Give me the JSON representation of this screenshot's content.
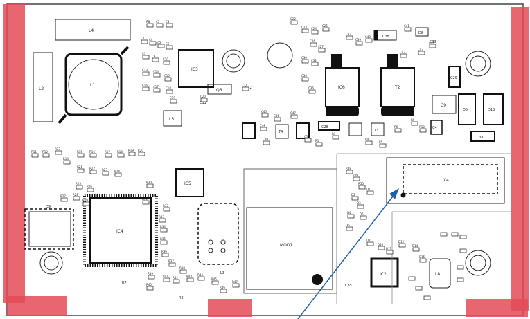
{
  "colors": {
    "board": "#ffffff",
    "keepout": "#e34b57",
    "silkscreen": "#222222",
    "annotation_arrow": "#1f5faa"
  },
  "labels": {
    "L4": "L4",
    "L2": "L2",
    "L1": "L1",
    "IC3": "IC3",
    "IC6": "IC6",
    "T2": "T2",
    "L5": "L5",
    "Q3": "Q3",
    "C11": "C11",
    "C12": "C12",
    "C38": "C38",
    "IC4": "IC4",
    "IC5": "IC5",
    "L3": "L3",
    "MOD1": "MOD1",
    "X4": "X4",
    "D9": "D9",
    "IC2": "IC2",
    "L8": "L8",
    "C31": "C31",
    "C29": "C29",
    "D8": "D8",
    "C33": "C33",
    "R2": "R2",
    "R7": "R7",
    "C35": "C35",
    "C4": "C4",
    "Q5": "Q5",
    "D13": "D13",
    "C9": "C9",
    "C28": "C28",
    "T1": "T1",
    "T3": "T3",
    "T4": "T4"
  },
  "small_labels": [
    "R8",
    "C1",
    "C3",
    "C2",
    "C4",
    "C5",
    "C6",
    "C7",
    "C8",
    "C10",
    "C13",
    "C14",
    "C15",
    "C16",
    "C17",
    "C18",
    "C19",
    "C20",
    "C21",
    "C22",
    "C23",
    "C24",
    "C25",
    "C26",
    "C27",
    "C30",
    "C32",
    "C34",
    "C36",
    "C37",
    "C39",
    "C40",
    "C41",
    "C42",
    "C43",
    "C44",
    "C45",
    "C46",
    "C47",
    "C48",
    "C49",
    "C50",
    "R1",
    "R3",
    "R4",
    "R5",
    "R6",
    "R9",
    "R10",
    "R11",
    "R12",
    "R13",
    "R14",
    "R15",
    "R16",
    "R17",
    "R18",
    "R19",
    "R20",
    "R21",
    "R22",
    "R23",
    "R24",
    "R25",
    "R26",
    "R27",
    "R28",
    "R29",
    "R30",
    "R31",
    "R32",
    "R33",
    "R34",
    "R35",
    "R36",
    "R37",
    "R38",
    "R39",
    "R40",
    "R41",
    "R42",
    "R43",
    "R44",
    "R45",
    "R46",
    "R47",
    "R48",
    "R49",
    "R50",
    "D1",
    "D2",
    "D3",
    "D4",
    "D5",
    "D6",
    "D7",
    "D10",
    "D11",
    "D12",
    "D14",
    "D15"
  ],
  "icons": {
    "arrow": "annotation-arrow-icon",
    "mount_hole": "mounting-hole-icon"
  }
}
